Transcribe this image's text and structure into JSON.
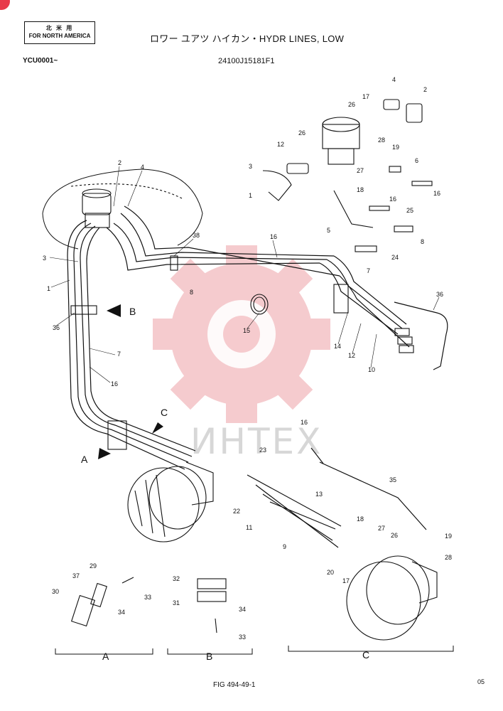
{
  "header": {
    "region_label_ja": "北 米 用",
    "region_label_en": "FOR NORTH AMERICA",
    "title": "ロワー ユアツ ハイカン・HYDR LINES, LOW",
    "model_range": "YCU0001~",
    "part_group_no": "24100J15181F1"
  },
  "footer": {
    "figure_no": "FIG 494-49-1",
    "page_no": "05"
  },
  "watermark": {
    "text": "ИHTEX",
    "color": "#e8394a"
  },
  "views": {
    "a": "A",
    "b": "B",
    "c": "C"
  },
  "callouts": {
    "c2a": "2",
    "c4a": "4",
    "c3a": "3",
    "c1a": "1",
    "c38a": "38",
    "c16a": "16",
    "c8a": "8",
    "c36a": "36",
    "c7a": "7",
    "c16b": "16",
    "cB": "B",
    "cC": "C",
    "cA": "A",
    "c15": "15",
    "c14": "14",
    "c12": "12",
    "c10": "10",
    "c36b": "36",
    "c4b": "4",
    "c2b": "2",
    "c17a": "17",
    "c26a": "26",
    "c12b": "12",
    "c26b": "26",
    "c28a": "28",
    "c19a": "19",
    "c6": "6",
    "c3b": "3",
    "c27a": "27",
    "c1b": "1",
    "c18a": "18",
    "c16c": "16",
    "c25": "25",
    "c16d": "16",
    "c5": "5",
    "c8b": "8",
    "c24": "24",
    "c7b": "7",
    "c16e": "16",
    "c23": "23",
    "c13": "13",
    "c35": "35",
    "c22": "22",
    "c11": "11",
    "c9": "9",
    "c18b": "18",
    "c27b": "27",
    "c26c": "26",
    "c19b": "19",
    "c28b": "28",
    "c20": "20",
    "c17b": "17",
    "c37": "37",
    "c29": "29",
    "c30": "30",
    "c33a": "33",
    "c34a": "34",
    "c32": "32",
    "c31": "31",
    "c34b": "34",
    "c33b": "33"
  }
}
